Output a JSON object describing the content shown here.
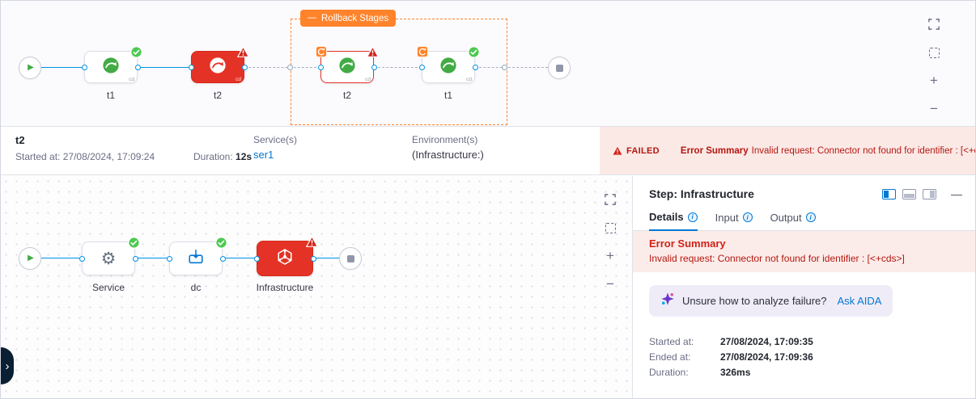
{
  "pipeline": {
    "rollback_label": "Rollback Stages",
    "module_tag": "cd",
    "stages": [
      {
        "label": "t1",
        "status": "success"
      },
      {
        "label": "t2",
        "status": "failed"
      }
    ],
    "rollback_stages": [
      {
        "label": "t2",
        "status": "failed"
      },
      {
        "label": "t1",
        "status": "success"
      }
    ]
  },
  "stage_summary": {
    "title": "t2",
    "started_label": "Started at:",
    "started_value": "27/08/2024, 17:09:24",
    "duration_label": "Duration:",
    "duration_value": "12s",
    "services_label": "Service(s)",
    "service_value": "ser1",
    "environments_label": "Environment(s)",
    "environment_value": "(Infrastructure:)",
    "status_label": "FAILED",
    "error_title": "Error Summary",
    "error_message": "Invalid request: Connector not found for identifier : [<+cds>]"
  },
  "execution": {
    "steps": [
      {
        "label": "Service",
        "status": "success"
      },
      {
        "label": "dc",
        "status": "success"
      },
      {
        "label": "Infrastructure",
        "status": "failed"
      }
    ]
  },
  "step_panel": {
    "title": "Step: Infrastructure",
    "tabs": [
      {
        "label": "Details",
        "active": true
      },
      {
        "label": "Input",
        "active": false
      },
      {
        "label": "Output",
        "active": false
      }
    ],
    "error_title": "Error Summary",
    "error_message": "Invalid request: Connector not found for identifier : [<+cds>]",
    "aida_prompt": "Unsure how to analyze failure?",
    "aida_link": "Ask AIDA",
    "fields": [
      {
        "label": "Started at:",
        "value": "27/08/2024, 17:09:35"
      },
      {
        "label": "Ended at:",
        "value": "27/08/2024, 17:09:36"
      },
      {
        "label": "Duration:",
        "value": "326ms"
      }
    ]
  },
  "controls": {
    "zoom_in": "+",
    "zoom_out": "−",
    "minimize": "—",
    "collapse_glyph": "—",
    "info_glyph": "i",
    "play_glyph": "▶",
    "expand_chevron": "›"
  },
  "colors": {
    "failed": "#cf2318",
    "failed_bg": "#fbe9e6",
    "success": "#4dc952",
    "link": "#0278d5",
    "rollback_orange": "#ff832b",
    "edge_blue": "#0092e4"
  }
}
